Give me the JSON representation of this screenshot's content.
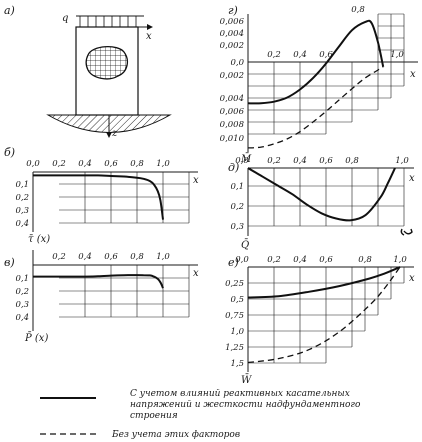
{
  "panels": {
    "a": {
      "label": "а)",
      "q": "q",
      "x": "x",
      "z": "z"
    },
    "b": {
      "label": "б)",
      "x_ticks": [
        "0,0",
        "0,2",
        "0,4",
        "0,6",
        "0,8",
        "1,0"
      ],
      "x_axis": "x",
      "y_ticks": [
        "0,1",
        "0,2",
        "0,3",
        "0,4"
      ],
      "y_axis": "τ̄ (x)"
    },
    "v": {
      "label": "в)",
      "x_ticks": [
        "0,2",
        "0,4",
        "0,6",
        "0,8",
        "1,0"
      ],
      "x_axis": "x",
      "y_ticks": [
        "0,1",
        "0,2",
        "0,3",
        "0,4"
      ],
      "y_axis": "P̄ (x)"
    },
    "g": {
      "label": "г)",
      "y_ticks": [
        "0,006",
        "0,004",
        "0,002",
        "0,0",
        "0,002",
        "0,004",
        "0,006",
        "0,008",
        "0,010"
      ],
      "x_ticks": [
        "0,2",
        "0,4",
        "0,6",
        "0,8",
        "1,0"
      ],
      "x_axis": "x",
      "y_axis": "M̄"
    },
    "d": {
      "label": "д)",
      "x_ticks": [
        "0,0",
        "0,2",
        "0,4",
        "0,6",
        "0,8",
        "1,0"
      ],
      "x_axis": "x",
      "y_ticks": [
        "0,1",
        "0,2",
        "0,3"
      ],
      "y_axis": "Q̄"
    },
    "e": {
      "label": "е)",
      "x_ticks": [
        "0,0",
        "0,2",
        "0,4",
        "0,6",
        "0,8",
        "1,0"
      ],
      "x_axis": "x",
      "y_ticks": [
        "0,25",
        "0,5",
        "0,75",
        "1,0",
        "1,25",
        "1,5"
      ],
      "y_axis": "W̄"
    }
  },
  "legend": {
    "solid_line1": "С учетом влияний реактивных касательных",
    "solid_line2": "напряжений и жесткости надфундаментного",
    "solid_line3": "строения",
    "dashed": "Без учета этих факторов"
  },
  "chart_data": [
    {
      "id": "b",
      "type": "line",
      "xlim": [
        0,
        1
      ],
      "ylim": [
        0,
        0.45
      ],
      "y_inverted": true,
      "series": [
        {
          "style": "solid",
          "x": [
            0,
            0.1,
            0.2,
            0.3,
            0.4,
            0.5,
            0.6,
            0.7,
            0.8,
            0.85,
            0.9,
            0.93,
            0.96,
            0.98,
            1.0
          ],
          "y": [
            0.03,
            0.03,
            0.03,
            0.03,
            0.03,
            0.03,
            0.035,
            0.04,
            0.05,
            0.06,
            0.08,
            0.11,
            0.17,
            0.25,
            0.42
          ]
        }
      ]
    },
    {
      "id": "v",
      "type": "line",
      "xlim": [
        0,
        1
      ],
      "ylim": [
        0,
        0.45
      ],
      "y_inverted": true,
      "series": [
        {
          "style": "solid",
          "x": [
            0,
            0.1,
            0.2,
            0.3,
            0.4,
            0.5,
            0.6,
            0.7,
            0.8,
            0.85,
            0.9,
            0.93,
            0.96,
            0.98,
            1.0
          ],
          "y": [
            0.1,
            0.1,
            0.1,
            0.1,
            0.1,
            0.097,
            0.092,
            0.088,
            0.087,
            0.088,
            0.09,
            0.1,
            0.12,
            0.15,
            0.2
          ]
        }
      ]
    },
    {
      "id": "g",
      "type": "line",
      "xlim": [
        0,
        1
      ],
      "ylim": [
        -0.0065,
        0.0105
      ],
      "y_inverted": true,
      "series": [
        {
          "style": "solid",
          "x": [
            0,
            0.1,
            0.2,
            0.3,
            0.4,
            0.5,
            0.6,
            0.7,
            0.8,
            0.9,
            0.95,
            1.0,
            1.04
          ],
          "y": [
            0.0045,
            0.0045,
            0.0043,
            0.0038,
            0.0028,
            0.0014,
            -0.0004,
            -0.0025,
            -0.0045,
            -0.0055,
            -0.0054,
            -0.003,
            0.0
          ]
        },
        {
          "style": "dashed",
          "x": [
            0,
            0.1,
            0.2,
            0.3,
            0.4,
            0.5,
            0.6,
            0.7,
            0.8,
            0.9,
            1.0,
            1.04
          ],
          "y": [
            0.01,
            0.0099,
            0.0095,
            0.0089,
            0.008,
            0.0068,
            0.0055,
            0.0041,
            0.0027,
            0.0014,
            0.0004,
            0.0
          ]
        }
      ]
    },
    {
      "id": "d",
      "type": "line",
      "xlim": [
        0,
        1
      ],
      "ylim": [
        0,
        0.35
      ],
      "y_inverted": true,
      "series": [
        {
          "style": "solid",
          "x": [
            0,
            0.1,
            0.2,
            0.3,
            0.4,
            0.5,
            0.6,
            0.7,
            0.8,
            0.9,
            0.95,
            1.0
          ],
          "y": [
            0.0,
            0.05,
            0.1,
            0.15,
            0.21,
            0.26,
            0.29,
            0.3,
            0.27,
            0.17,
            0.09,
            0.0
          ]
        }
      ]
    },
    {
      "id": "e",
      "type": "line",
      "xlim": [
        0,
        1
      ],
      "ylim": [
        0,
        1.65
      ],
      "y_inverted": true,
      "series": [
        {
          "style": "solid",
          "x": [
            0,
            0.2,
            0.4,
            0.6,
            0.8,
            0.9,
            1.0
          ],
          "y": [
            0.48,
            0.46,
            0.39,
            0.3,
            0.18,
            0.1,
            0.0
          ]
        },
        {
          "style": "dashed",
          "x": [
            0,
            0.2,
            0.4,
            0.6,
            0.8,
            0.9,
            1.0
          ],
          "y": [
            1.5,
            1.44,
            1.3,
            1.02,
            0.6,
            0.33,
            0.0
          ]
        }
      ]
    }
  ]
}
